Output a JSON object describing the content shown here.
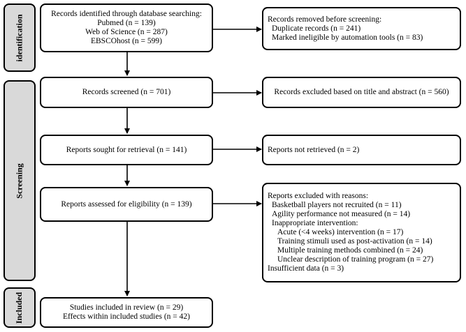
{
  "stages": {
    "identification": "identification",
    "screening": "Screening",
    "included": "Included"
  },
  "identified": {
    "line1": "Records identified through database searching:",
    "line2": "Pubmed (n = 139)",
    "line3": "Web of Science (n = 287)",
    "line4": "EBSCOhost (n = 599)"
  },
  "removed": {
    "title": "Records removed before screening:",
    "line1": "Duplicate records (n = 241)",
    "line2": "Marked ineligible by automation tools (n = 83)"
  },
  "screened": {
    "label": "Records screened (n = 701)"
  },
  "excluded_title": {
    "label": "Records excluded based on title and abstract (n = 560)"
  },
  "sought": {
    "label": "Reports sought for retrieval (n = 141)"
  },
  "not_retrieved": {
    "label": "Reports not retrieved (n = 2)"
  },
  "assessed": {
    "label": "Reports assessed for eligibility (n = 139)"
  },
  "excluded_reasons": {
    "title": "Reports excluded with reasons:",
    "r1": "Basketball players not recruited (n = 11)",
    "r2": "Agility performance not measured (n = 14)",
    "r3": "Inappropriate intervention:",
    "r3a": "Acute (<4 weeks) intervention (n = 17)",
    "r3b": "Training stimuli used as post-activation (n = 14)",
    "r3c": "Multiple training methods combined (n = 24)",
    "r3d": "Unclear description of training program (n = 27)",
    "r4": "Insufficient data (n = 3)"
  },
  "included": {
    "line1": "Studies included in review (n = 29)",
    "line2": "Effects within included studies (n = 42)"
  }
}
